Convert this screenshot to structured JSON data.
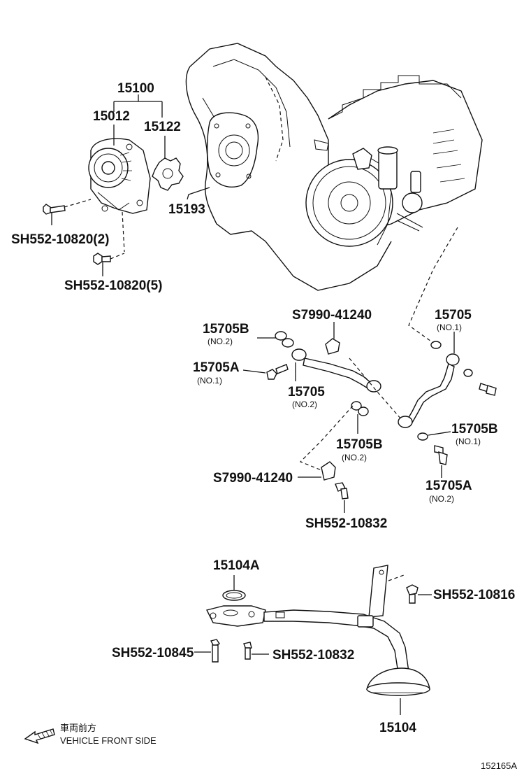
{
  "diagram_id": "152165A",
  "orientation": {
    "label_jp": "車両前方",
    "label_en": "VEHICLE FRONT SIDE"
  },
  "parts": {
    "p15100": "15100",
    "p15012": "15012",
    "p15122": "15122",
    "p15193": "15193",
    "bolt_a": "SH552-10820(2)",
    "bolt_b": "SH552-10820(5)",
    "p15705b_no2_top": "15705B",
    "p15705b_no2_top_note": "(NO.2)",
    "clamp_top": "S7990-41240",
    "p15705_no1": "15705",
    "p15705_no1_note": "(NO.1)",
    "p15705a_no1": "15705A",
    "p15705a_no1_note": "(NO.1)",
    "p15705_no2": "15705",
    "p15705_no2_note": "(NO.2)",
    "p15705b_no2_mid": "15705B",
    "p15705b_no2_mid_note": "(NO.2)",
    "p15705b_no1": "15705B",
    "p15705b_no1_note": "(NO.1)",
    "clamp_bottom": "S7990-41240",
    "p15705a_no2": "15705A",
    "p15705a_no2_note": "(NO.2)",
    "bolt_c": "SH552-10832",
    "p15104a": "15104A",
    "bolt_d": "SH552-10816",
    "bolt_e": "SH552-10845",
    "bolt_f": "SH552-10832",
    "p15104": "15104"
  }
}
